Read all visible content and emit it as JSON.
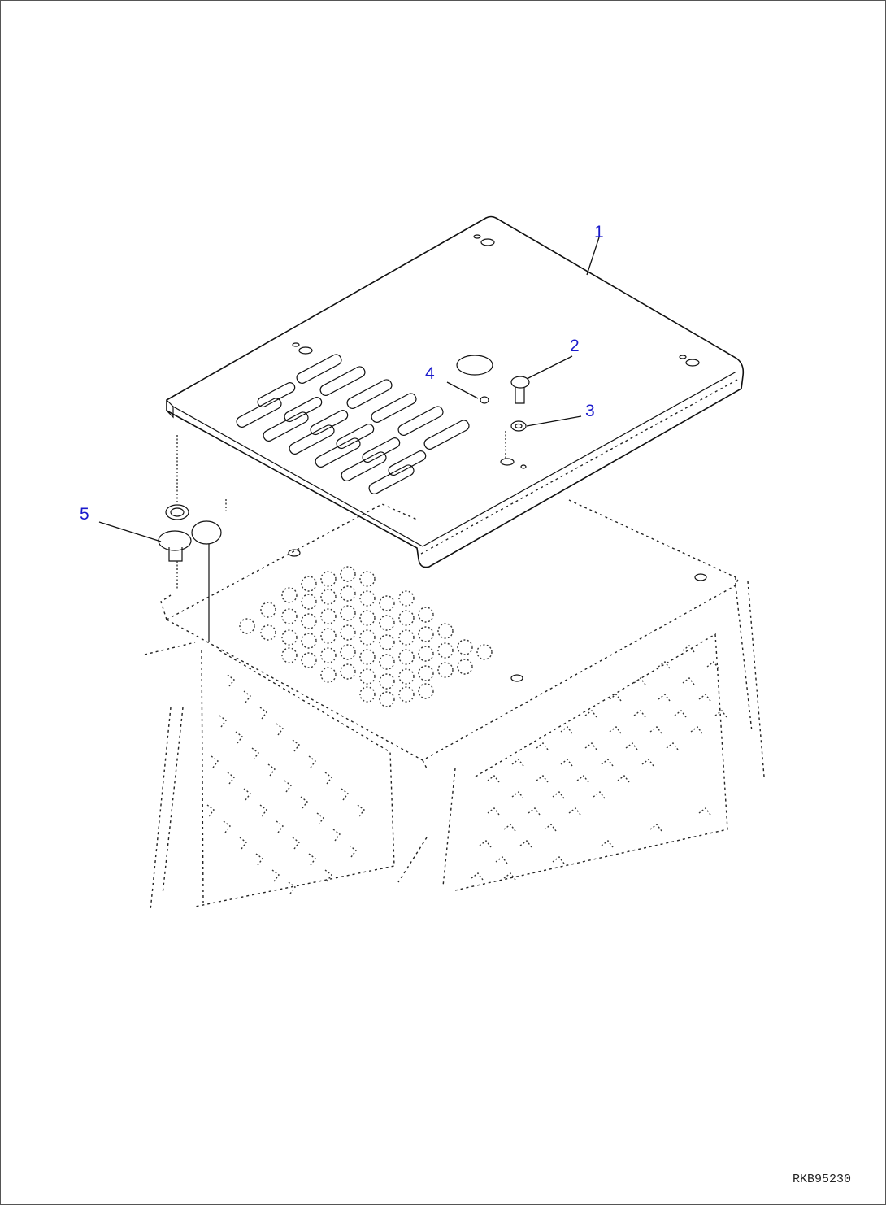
{
  "callouts": [
    {
      "label": "1",
      "part": "cover"
    },
    {
      "label": "2",
      "part": "bolt"
    },
    {
      "label": "3",
      "part": "washer"
    },
    {
      "label": "4",
      "part": "screw"
    },
    {
      "label": "5",
      "part": "lock"
    }
  ],
  "drawing_code": "RKB95230",
  "colors": {
    "callout": "#1a1acc",
    "line": "#111111"
  }
}
